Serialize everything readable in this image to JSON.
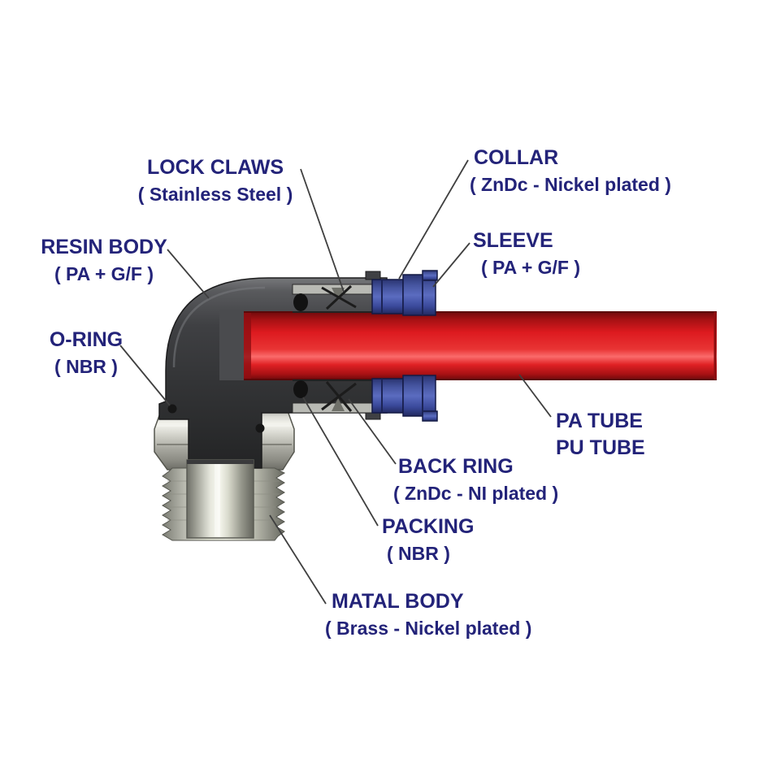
{
  "labels": {
    "lock_claws": {
      "title": "LOCK CLAWS",
      "subtitle": "( Stainless Steel )"
    },
    "collar": {
      "title": "COLLAR",
      "subtitle": "( ZnDc - Nickel plated )"
    },
    "sleeve": {
      "title": "SLEEVE",
      "subtitle": "( PA + G/F )"
    },
    "resin_body": {
      "title": "RESIN BODY",
      "subtitle": "( PA + G/F )"
    },
    "o_ring": {
      "title": "O-RING",
      "subtitle": "( NBR )"
    },
    "tube": {
      "title": "PA TUBE",
      "subtitle": "PU TUBE"
    },
    "back_ring": {
      "title": "BACK RING",
      "subtitle": "( ZnDc - NI plated )"
    },
    "packing": {
      "title": "PACKING",
      "subtitle": "( NBR )"
    },
    "metal_body": {
      "title": "MATAL BODY",
      "subtitle": "( Brass - Nickel plated )"
    }
  },
  "colors": {
    "label_text": "#232379",
    "tube_red": "#e2181d",
    "collar_blue": "#3c4da5",
    "resin_body_dark": "#3a3a3c",
    "metal_gray": "#c9cac2",
    "leader_line": "#3f3f3f"
  }
}
